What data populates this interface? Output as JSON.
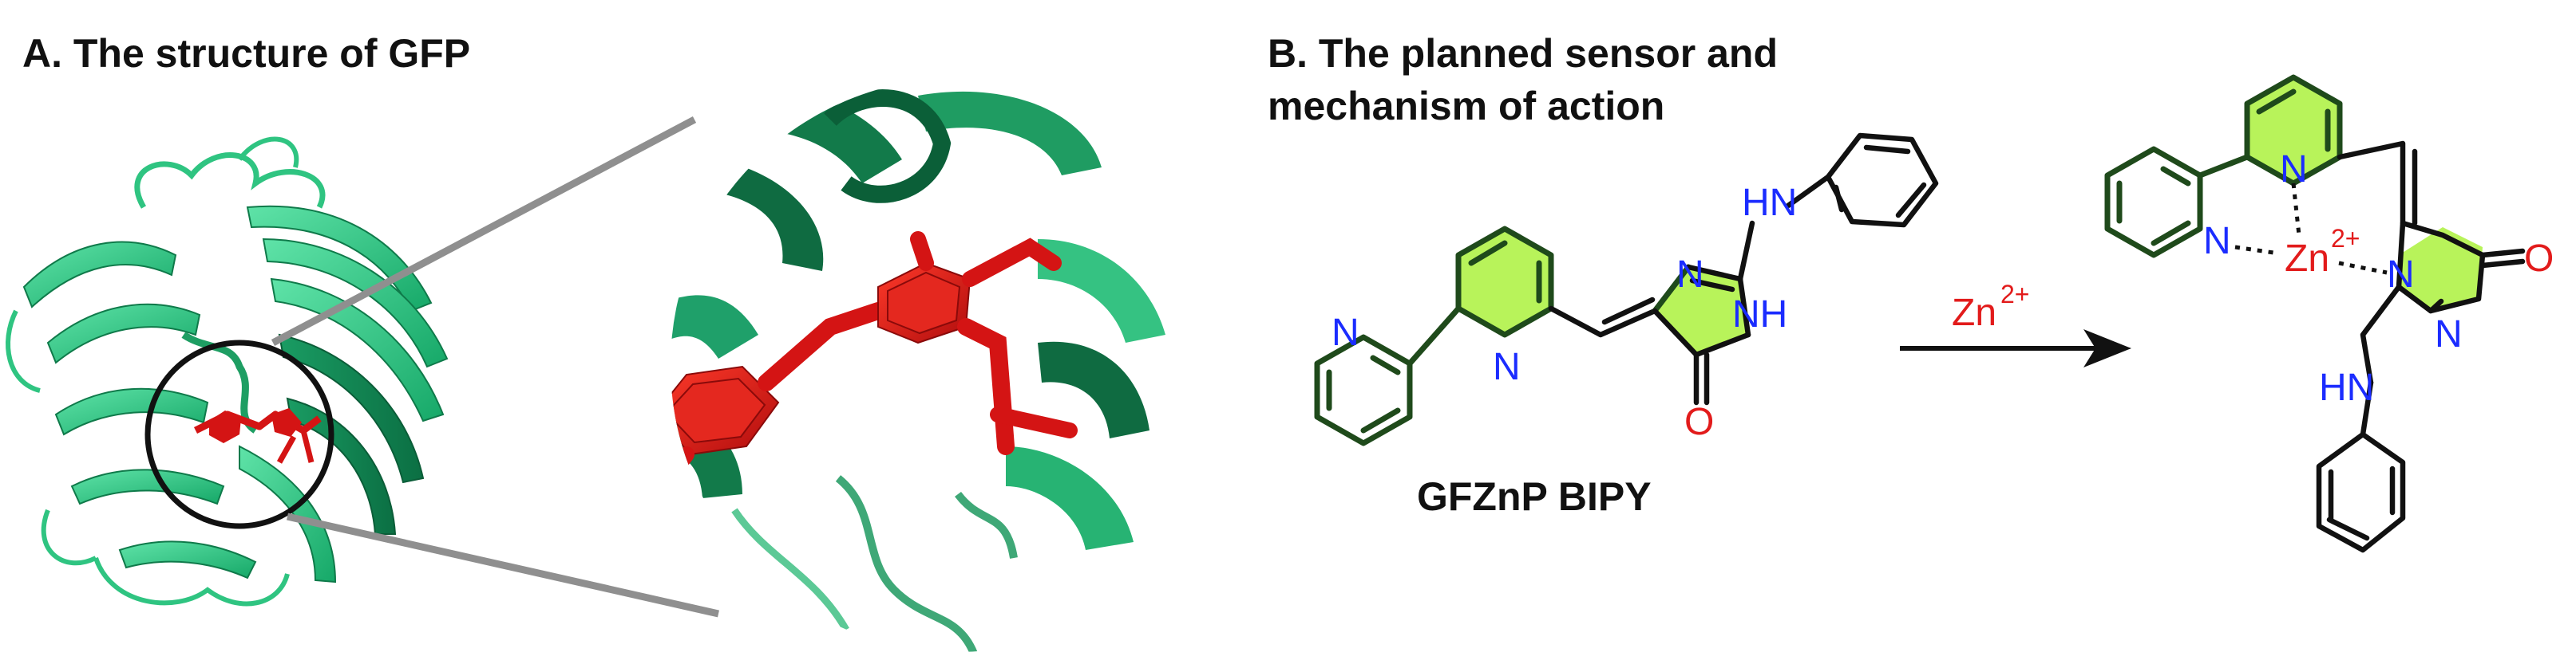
{
  "panel_a": {
    "title": "A. The structure of GFP"
  },
  "panel_b": {
    "title_line1": "B. The planned sensor and",
    "title_line2": "mechanism of action",
    "reagent_label": "Zn",
    "reagent_charge": "2+",
    "molecule_label": "GFZnP BIPY",
    "atoms": {
      "nitrogen": "N",
      "oxygen": "O",
      "nh": "NH",
      "hn": "HN",
      "zinc": "Zn",
      "zinc_charge": "2+"
    }
  },
  "colors": {
    "protein": "#2ecc8a",
    "protein_dark": "#0f8a55",
    "chromophore": "#d41414",
    "highlight_ring": "#b8f35a",
    "nitrogen": "#1b2cff",
    "oxygen": "#e21b1b",
    "zinc": "#e21b1b"
  }
}
